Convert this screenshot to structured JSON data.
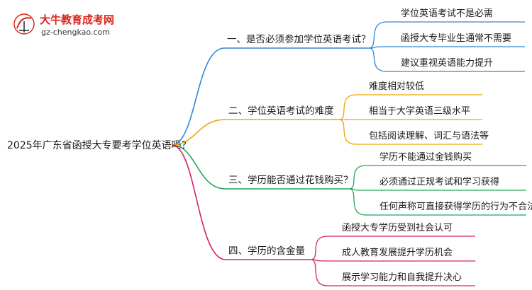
{
  "logo": {
    "name": "大牛教育成考网",
    "url": "gz-chengkao.com",
    "mark_glyph": "大牛"
  },
  "root": {
    "label": "2025年广东省函授大专要考学位英语吗？"
  },
  "branches": [
    {
      "label": "一、是否必须参加学位英语考试？",
      "color": "#2f86d8",
      "leaves": [
        "学位英语考试不是必需",
        "函授大专毕业生通常不需要",
        "建议重视英语能力提升"
      ]
    },
    {
      "label": "二、学位英语考试的难度",
      "color": "#f0a500",
      "leaves": [
        "难度相对较低",
        "相当于大学英语三级水平",
        "包括阅读理解、词汇与语法等"
      ]
    },
    {
      "label": "三、学历能否通过花钱购买？",
      "color": "#22a85a",
      "leaves": [
        "学历不能通过金钱购买",
        "必须通过正规考试和学习获得",
        "任何声称可直接获得学历的行为不合法"
      ]
    },
    {
      "label": "四、学历的含金量",
      "color": "#d6206e",
      "leaves": [
        "函授大专学历受到社会认可",
        "成人教育发展提升学历机会",
        "展示学习能力和自我提升决心"
      ]
    }
  ]
}
